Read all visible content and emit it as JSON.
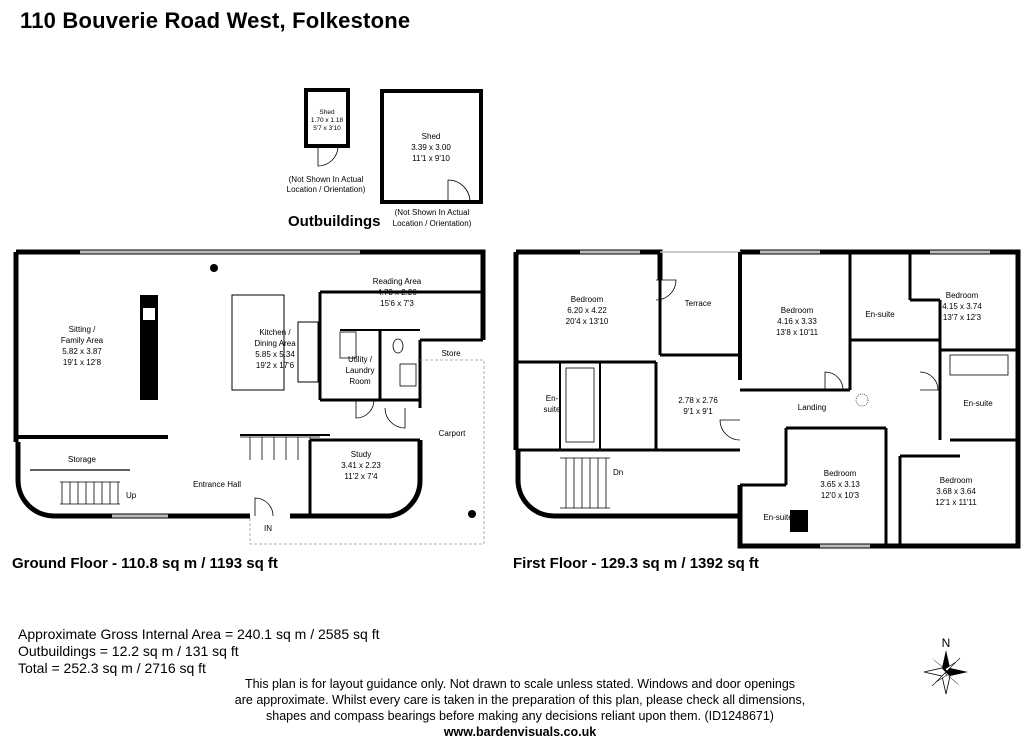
{
  "title": "110 Bouverie Road West, Folkestone",
  "outbuildings": {
    "heading": "Outbuildings",
    "small_shed": {
      "name": "Shed",
      "metric": "1.70 x 1.18",
      "imperial": "5'7 x 3'10",
      "note1": "(Not Shown In Actual",
      "note2": "Location / Orientation)"
    },
    "large_shed": {
      "name": "Shed",
      "metric": "3.39 x 3.00",
      "imperial": "11'1 x 9'10",
      "note1": "(Not Shown In Actual",
      "note2": "Location / Orientation)"
    }
  },
  "ground_floor": {
    "heading": "Ground Floor - 110.8 sq m / 1193 sq ft",
    "rooms": {
      "sitting": {
        "name1": "Sitting /",
        "name2": "Family Area",
        "metric": "5.82 x 3.87",
        "imperial": "19'1 x 12'8"
      },
      "reading": {
        "name": "Reading Area",
        "metric": "4.73 x 2.20",
        "imperial": "15'6 x 7'3"
      },
      "kitchen": {
        "name1": "Kitchen /",
        "name2": "Dining Area",
        "metric": "5.85 x 5.34",
        "imperial": "19'2 x 17'6"
      },
      "utility": {
        "name1": "Utility /",
        "name2": "Laundry",
        "name3": "Room"
      },
      "store": "Store",
      "carport": "Carport",
      "storage": "Storage",
      "entrance": "Entrance Hall",
      "study": {
        "name": "Study",
        "metric": "3.41 x 2.23",
        "imperial": "11'2 x 7'4"
      },
      "up": "Up",
      "in": "IN"
    }
  },
  "first_floor": {
    "heading": "First Floor - 129.3 sq m / 1392 sq ft",
    "rooms": {
      "bed1": {
        "name": "Bedroom",
        "metric": "6.20 x 4.22",
        "imperial": "20'4 x 13'10"
      },
      "terrace": "Terrace",
      "bed2": {
        "name": "Bedroom",
        "metric": "4.16 x 3.33",
        "imperial": "13'8 x 10'11"
      },
      "bed3": {
        "name": "Bedroom",
        "metric": "4.15 x 3.74",
        "imperial": "13'7 x 12'3"
      },
      "ensuite": "En-suite",
      "ensuite_split1": "En-",
      "ensuite_split2": "suite",
      "room_small": {
        "metric": "2.78 x 2.76",
        "imperial": "9'1 x 9'1"
      },
      "landing": "Landing",
      "bed4": {
        "name": "Bedroom",
        "metric": "3.65 x 3.13",
        "imperial": "12'0 x 10'3"
      },
      "bed5": {
        "name": "Bedroom",
        "metric": "3.68 x 3.64",
        "imperial": "12'1 x 11'11"
      },
      "dn": "Dn"
    }
  },
  "areas": {
    "gross": "Approximate Gross Internal Area = 240.1 sq m / 2585 sq ft",
    "outbuildings": "Outbuildings = 12.2 sq m / 131 sq ft",
    "total": "Total = 252.3 sq m / 2716 sq ft"
  },
  "disclaimer": {
    "line1": "This plan is for layout guidance only. Not drawn to scale unless stated. Windows and door openings",
    "line2": "are approximate. Whilst every care is taken in the preparation of this plan, please check all dimensions,",
    "line3": "shapes and compass bearings before making any decisions reliant upon them. (ID1248671)",
    "website": "www.bardenvisuals.co.uk"
  },
  "compass": {
    "north": "N"
  }
}
